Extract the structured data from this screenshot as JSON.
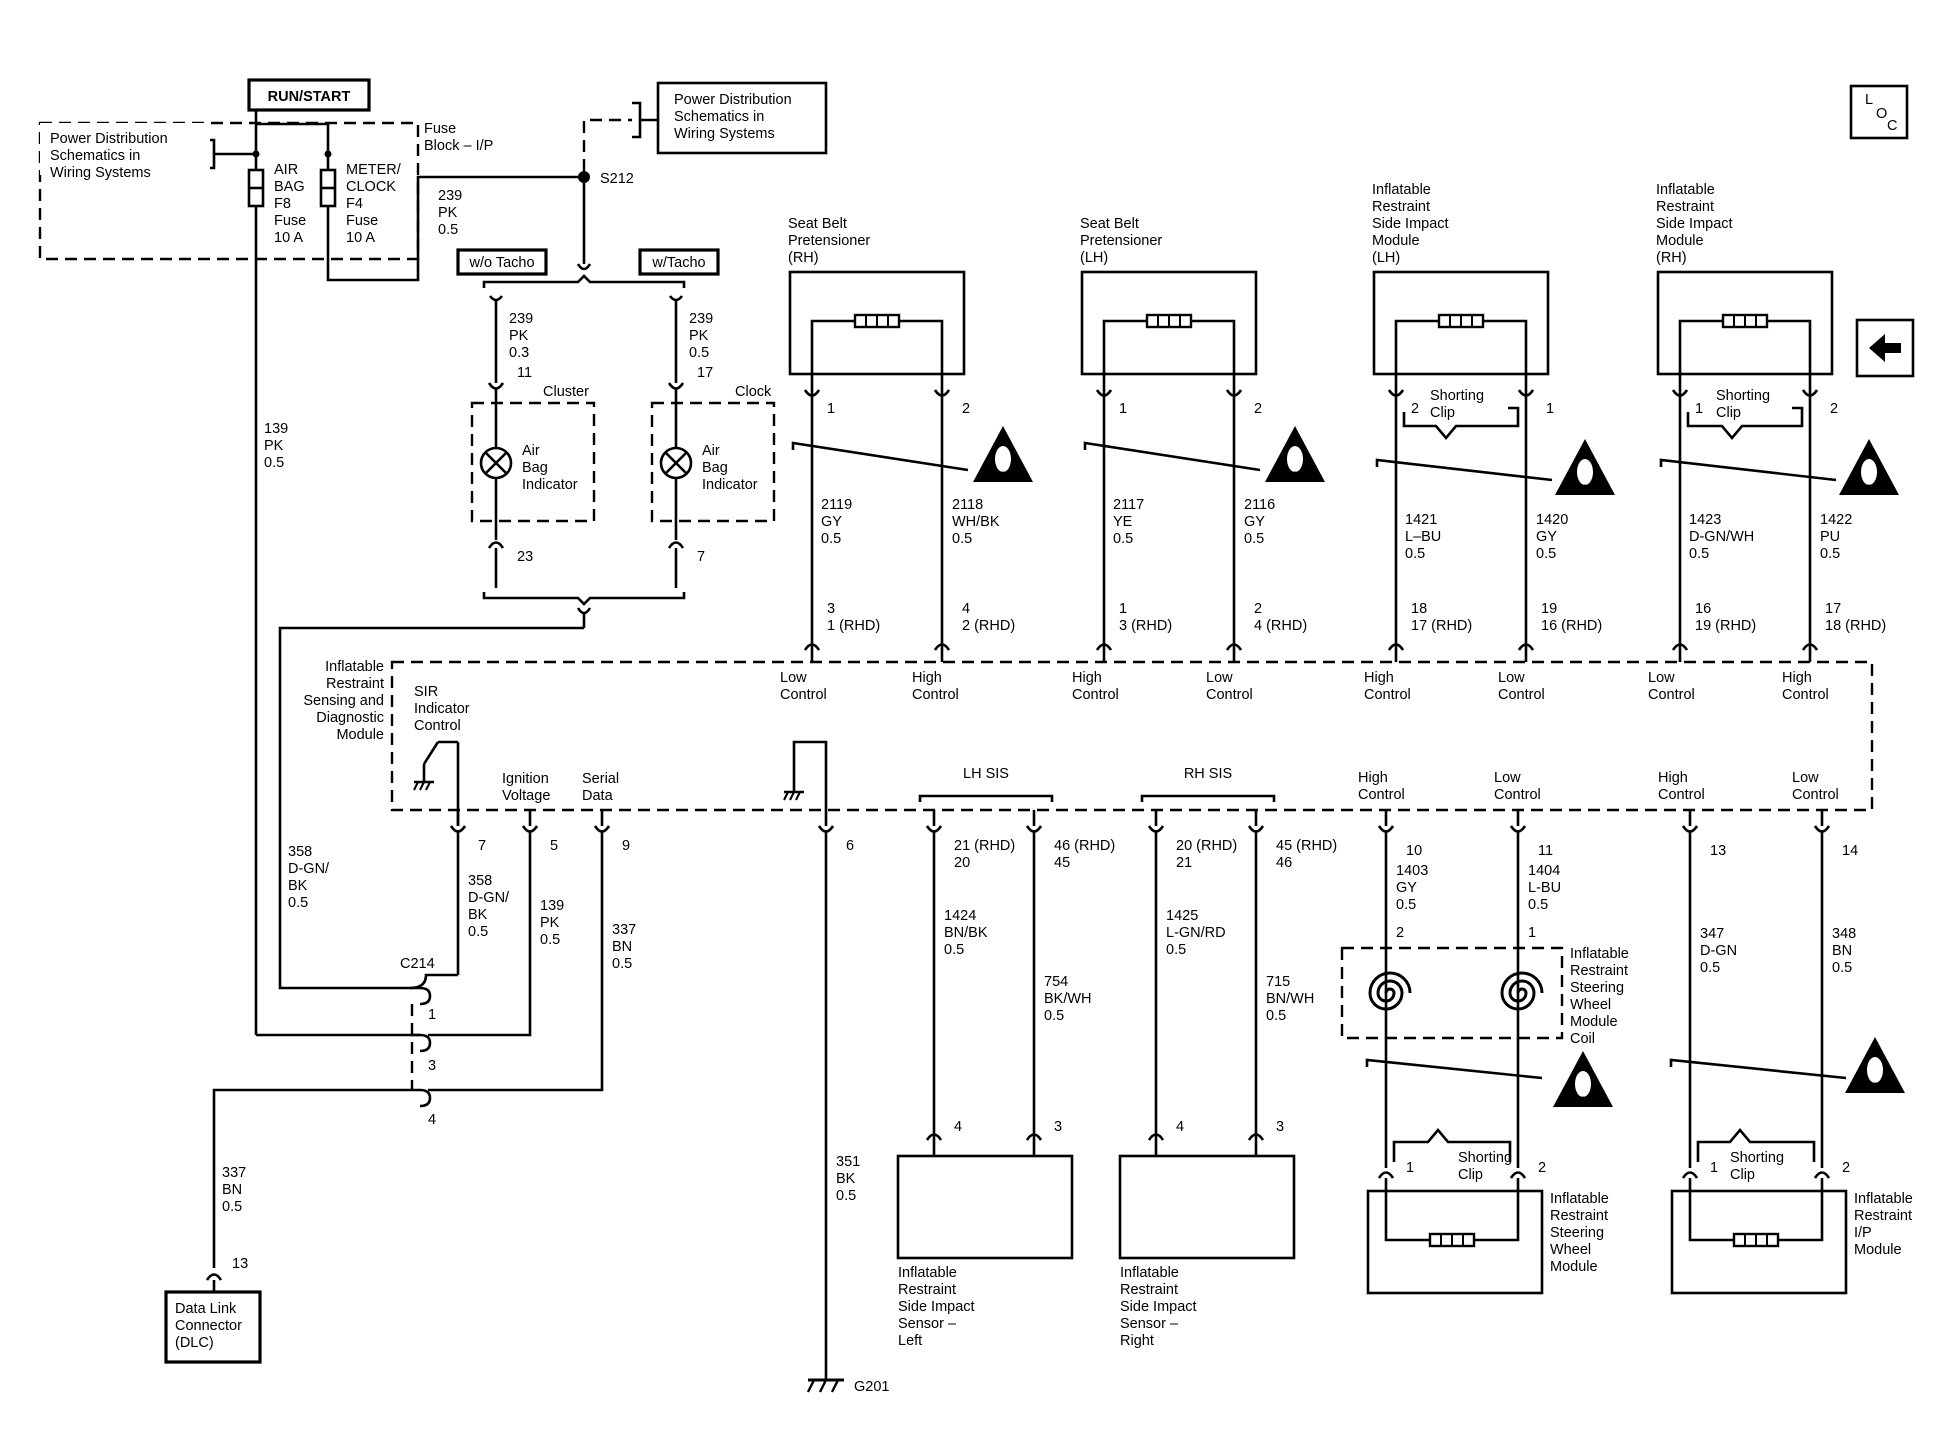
{
  "power": {
    "run_start": "RUN/START",
    "pds_left": [
      "Power Distribution",
      "Schematics in",
      "Wiring Systems"
    ],
    "pds_right": [
      "Power Distribution",
      "Schematics in",
      "Wiring Systems"
    ],
    "fuse_block": [
      "Fuse",
      "Block – I/P"
    ],
    "fuse_airbag": [
      "AIR",
      "BAG",
      "F8",
      "Fuse",
      "10 A"
    ],
    "fuse_meter": [
      "METER/",
      "CLOCK",
      "F4",
      "Fuse",
      "10 A"
    ],
    "splice": "S212",
    "loc": [
      "L",
      "O",
      "C"
    ]
  },
  "wires": {
    "w239_main": [
      "239",
      "PK",
      "0.5"
    ],
    "w239_wo": [
      "239",
      "PK",
      "0.3"
    ],
    "w239_w": [
      "239",
      "PK",
      "0.5"
    ],
    "w139_left": [
      "139",
      "PK",
      "0.5"
    ],
    "w358_left": [
      "358",
      "D-GN/",
      "BK",
      "0.5"
    ],
    "w358": [
      "358",
      "D-GN/",
      "BK",
      "0.5"
    ],
    "w139": [
      "139",
      "PK",
      "0.5"
    ],
    "w337": [
      "337",
      "BN",
      "0.5"
    ],
    "w337_dlc": [
      "337",
      "BN",
      "0.5"
    ],
    "w351": [
      "351",
      "BK",
      "0.5"
    ],
    "w2119": [
      "2119",
      "GY",
      "0.5"
    ],
    "w2118": [
      "2118",
      "WH/BK",
      "0.5"
    ],
    "w2117": [
      "2117",
      "YE",
      "0.5"
    ],
    "w2116": [
      "2116",
      "GY",
      "0.5"
    ],
    "w1421": [
      "1421",
      "L–BU",
      "0.5"
    ],
    "w1420": [
      "1420",
      "GY",
      "0.5"
    ],
    "w1423": [
      "1423",
      "D-GN/WH",
      "0.5"
    ],
    "w1422": [
      "1422",
      "PU",
      "0.5"
    ],
    "w1424": [
      "1424",
      "BN/BK",
      "0.5"
    ],
    "w754": [
      "754",
      "BK/WH",
      "0.5"
    ],
    "w1425": [
      "1425",
      "L-GN/RD",
      "0.5"
    ],
    "w715": [
      "715",
      "BN/WH",
      "0.5"
    ],
    "w1403": [
      "1403",
      "GY",
      "0.5"
    ],
    "w1404": [
      "1404",
      "L-BU",
      "0.5"
    ],
    "w347": [
      "347",
      "D-GN",
      "0.5"
    ],
    "w348": [
      "348",
      "BN",
      "0.5"
    ]
  },
  "cluster": {
    "wo_tacho": "w/o Tacho",
    "w_tacho": "w/Tacho",
    "cluster_label": "Cluster",
    "clock_label": "Clock",
    "indicator": [
      "Air",
      "Bag",
      "Indicator"
    ],
    "indicator2": [
      "Air",
      "Bag",
      "Indicator"
    ],
    "pin11": "11",
    "pin23": "23",
    "pin17": "17",
    "pin7": "7"
  },
  "components": {
    "sbp_rh": [
      "Seat Belt",
      "Pretensioner",
      "(RH)"
    ],
    "sbp_lh": [
      "Seat Belt",
      "Pretensioner",
      "(LH)"
    ],
    "sim_lh": [
      "Inflatable",
      "Restraint",
      "Side Impact",
      "Module",
      "(LH)"
    ],
    "sim_rh": [
      "Inflatable",
      "Restraint",
      "Side Impact",
      "Module",
      "(RH)"
    ],
    "shorting_clip": [
      "Shorting",
      "Clip"
    ],
    "sdm": [
      "Inflatable",
      "Restraint",
      "Sensing and",
      "Diagnostic",
      "Module"
    ],
    "sir_ctrl": [
      "SIR",
      "Indicator",
      "Control"
    ],
    "ign": [
      "Ignition",
      "Voltage"
    ],
    "serial": [
      "Serial",
      "Data"
    ],
    "lh_sis": "LH SIS",
    "rh_sis": "RH SIS",
    "coil": [
      "Inflatable",
      "Restraint",
      "Steering",
      "Wheel",
      "Module",
      "Coil"
    ],
    "sis_left": [
      "Inflatable",
      "Restraint",
      "Side Impact",
      "Sensor –",
      "Left"
    ],
    "sis_right": [
      "Inflatable",
      "Restraint",
      "Side Impact",
      "Sensor –",
      "Right"
    ],
    "sw_module": [
      "Inflatable",
      "Restraint",
      "Steering",
      "Wheel",
      "Module"
    ],
    "ip_module": [
      "Inflatable",
      "Restraint",
      "I/P",
      "Module"
    ],
    "dlc": [
      "Data Link",
      "Connector",
      "(DLC)"
    ],
    "c214": "C214",
    "g201": "G201"
  },
  "sdm_top_pins": [
    {
      "n": "3",
      "rhd": "1 (RHD)",
      "ctl": [
        "Low",
        "Control"
      ]
    },
    {
      "n": "4",
      "rhd": "2 (RHD)",
      "ctl": [
        "High",
        "Control"
      ]
    },
    {
      "n": "1",
      "rhd": "3 (RHD)",
      "ctl": [
        "High",
        "Control"
      ]
    },
    {
      "n": "2",
      "rhd": "4 (RHD)",
      "ctl": [
        "Low",
        "Control"
      ]
    },
    {
      "n": "18",
      "rhd": "17 (RHD)",
      "ctl": [
        "High",
        "Control"
      ]
    },
    {
      "n": "19",
      "rhd": "16 (RHD)",
      "ctl": [
        "Low",
        "Control"
      ]
    },
    {
      "n": "16",
      "rhd": "19 (RHD)",
      "ctl": [
        "Low",
        "Control"
      ]
    },
    {
      "n": "17",
      "rhd": "18 (RHD)",
      "ctl": [
        "High",
        "Control"
      ]
    }
  ],
  "pins": {
    "sbp_rh_1": "1",
    "sbp_rh_2": "2",
    "sbp_lh_1": "1",
    "sbp_lh_2": "2",
    "sim_lh_a": "2",
    "sim_lh_b": "1",
    "sim_rh_a": "1",
    "sim_rh_b": "2",
    "sdm7": "7",
    "sdm5": "5",
    "sdm9": "9",
    "sdm6": "6",
    "lh21": "21 (RHD)",
    "lh20": "20",
    "lh46": "46 (RHD)",
    "lh45": "45",
    "rh20": "20 (RHD)",
    "rh21": "21",
    "rh45": "45 (RHD)",
    "rh46": "46",
    "sdm10": "10",
    "sdm11": "11",
    "sdm13": "13",
    "sdm14": "14",
    "coil2": "2",
    "coil1": "1",
    "sisl4": "4",
    "sisl3": "3",
    "sisr4": "4",
    "sisr3": "3",
    "sw1": "1",
    "sw2": "2",
    "ip1": "1",
    "ip2": "2",
    "c1": "1",
    "c3": "3",
    "c4": "4",
    "dlc13": "13"
  },
  "sdm_bottom_ctl": [
    [
      "High",
      "Control"
    ],
    [
      "Low",
      "Control"
    ],
    [
      "High",
      "Control"
    ],
    [
      "Low",
      "Control"
    ]
  ]
}
